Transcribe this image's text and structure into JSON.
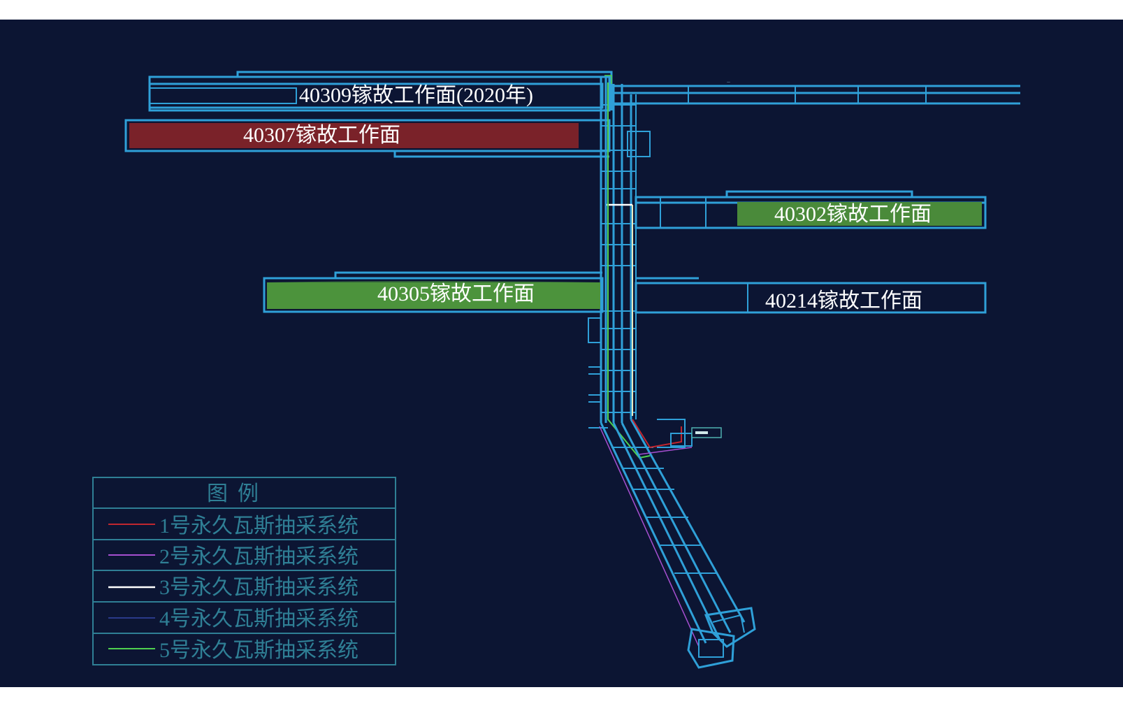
{
  "colors": {
    "background": "#0c1533",
    "roadway": "#2fa0d8",
    "legend_border": "#2f7f95",
    "panel_red": "#7a2229",
    "panel_green": "#4a8a3a"
  },
  "panels": [
    {
      "id": "40309",
      "label": "40309镓故工作面(2020年)",
      "fill": "none"
    },
    {
      "id": "40307",
      "label": "40307镓故工作面",
      "fill": "#7a2229"
    },
    {
      "id": "40302",
      "label": "40302镓故工作面",
      "fill": "#4a8a3a"
    },
    {
      "id": "40305",
      "label": "40305镓故工作面",
      "fill": "#4a8a3a"
    },
    {
      "id": "40214",
      "label": "40214镓故工作面",
      "fill": "none"
    }
  ],
  "legend": {
    "title": "图例",
    "items": [
      {
        "label": "1号永久瓦斯抽采系统",
        "color": "#c0262f"
      },
      {
        "label": "2号永久瓦斯抽采系统",
        "color": "#a64fd0"
      },
      {
        "label": "3号永久瓦斯抽采系统",
        "color": "#ffffff"
      },
      {
        "label": "4号永久瓦斯抽采系统",
        "color": "#2a3a8a"
      },
      {
        "label": "5号永久瓦斯抽采系统",
        "color": "#4fd04f"
      }
    ]
  }
}
